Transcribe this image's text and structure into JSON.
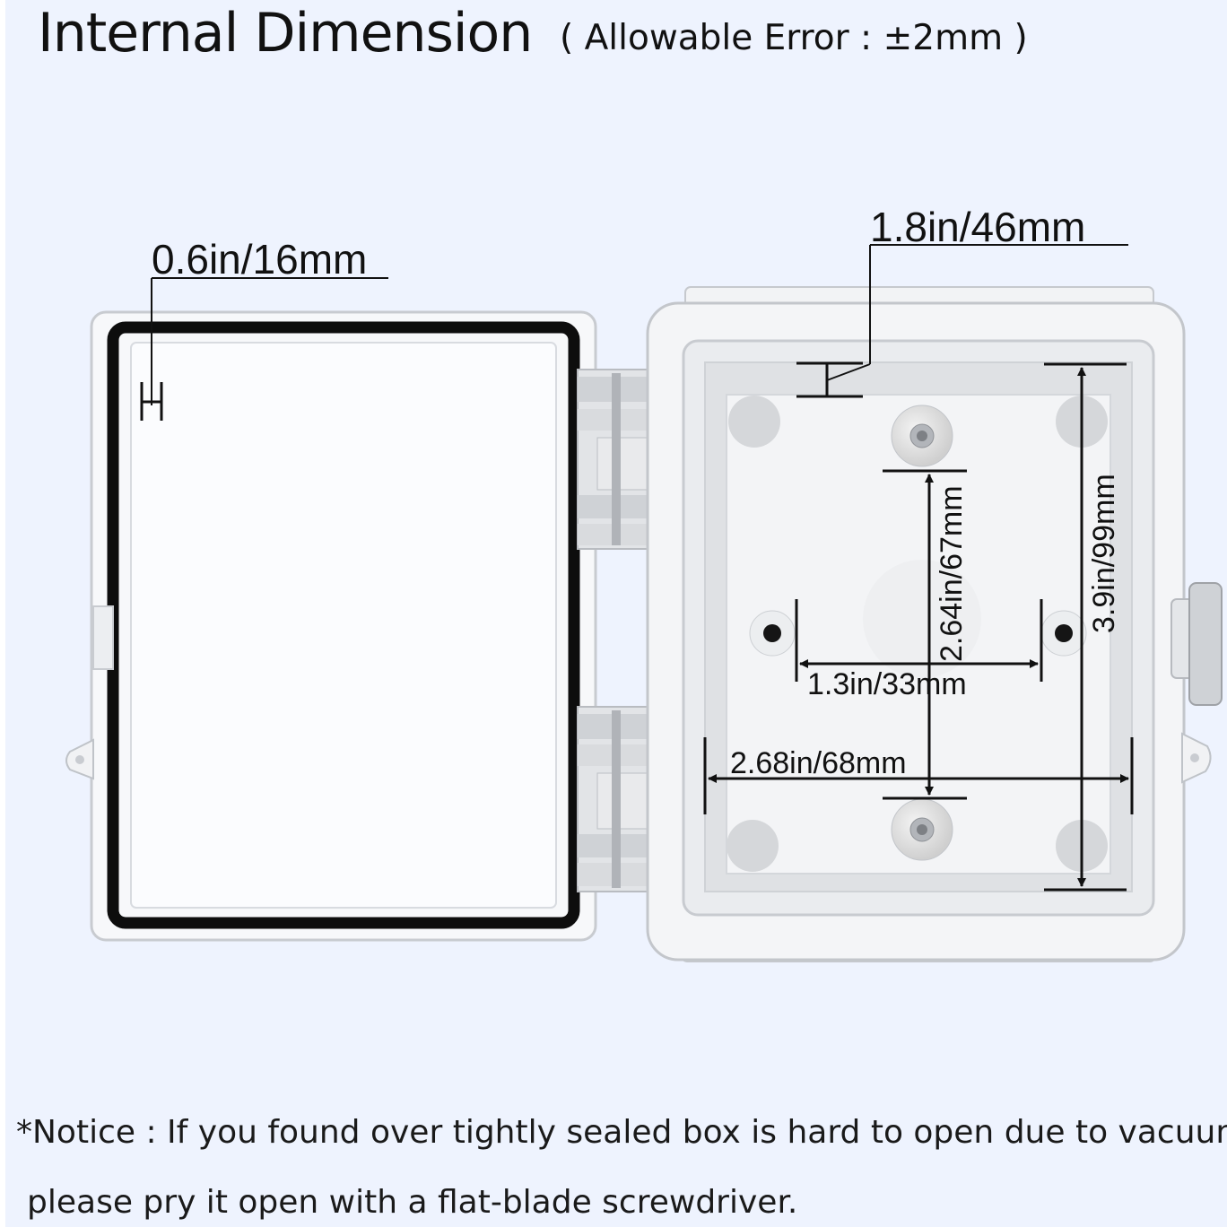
{
  "header": {
    "title": "Internal Dimension",
    "allowable_error": "( Allowable Error : ±2mm )"
  },
  "dimensions": {
    "wall_thickness": "0.6in/16mm",
    "top_offset": "1.8in/46mm",
    "inner_height": "3.9in/99mm",
    "hole_vertical_spacing": "2.64in/67mm",
    "hole_horizontal_spacing": "1.3in/33mm",
    "inner_width": "2.68in/68mm"
  },
  "notice": {
    "line1": "*Notice : If you found over tightly sealed box is hard to open due to vacuum,",
    "line2": "please pry it open with a flat-blade screwdriver."
  }
}
